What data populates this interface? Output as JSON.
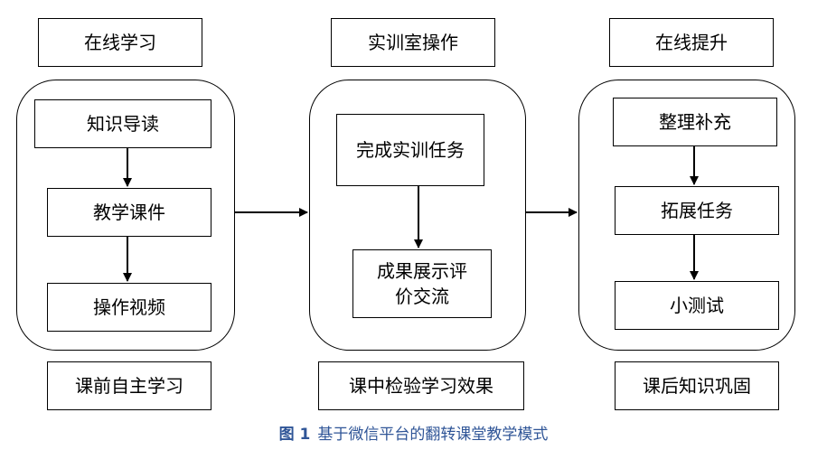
{
  "colors": {
    "caption": "#2f5597",
    "line": "#000000"
  },
  "columns": [
    {
      "header": "在线学习",
      "steps": [
        "知识导读",
        "教学课件",
        "操作视频"
      ],
      "footer": "课前自主学习"
    },
    {
      "header": "实训室操作",
      "steps": [
        "完成实训任务",
        "成果展示评\n价交流"
      ],
      "footer": "课中检验学习效果"
    },
    {
      "header": "在线提升",
      "steps": [
        "整理补充",
        "拓展任务",
        "小测试"
      ],
      "footer": "课后知识巩固"
    }
  ],
  "caption": {
    "number": "图 1",
    "text": "基于微信平台的翻转课堂教学模式"
  }
}
